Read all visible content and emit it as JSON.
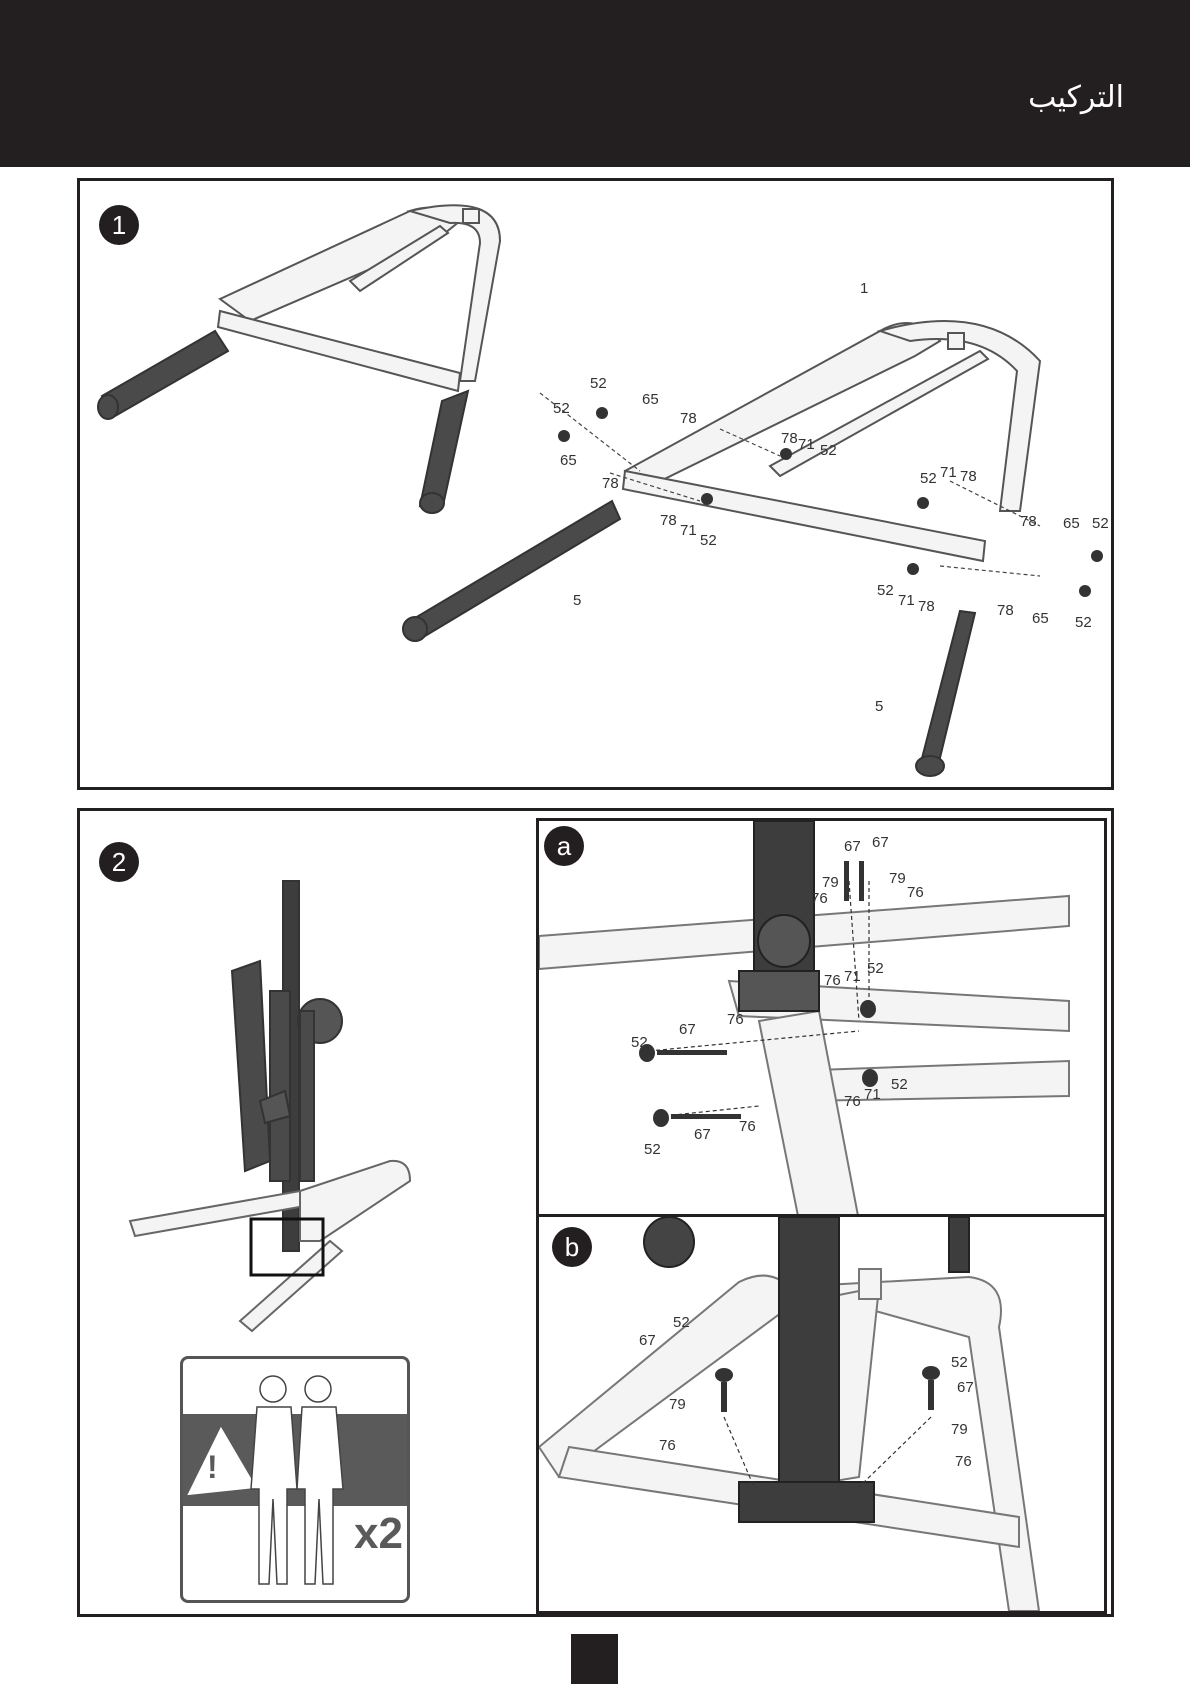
{
  "header": {
    "title": "التركيب"
  },
  "step1": {
    "badge": "1",
    "callouts": [
      "1",
      "52",
      "65",
      "78",
      "52",
      "65",
      "78",
      "78",
      "71",
      "52",
      "78",
      "71",
      "52",
      "52",
      "71",
      "78",
      "78",
      "65",
      "52",
      "52",
      "71",
      "78",
      "78",
      "65",
      "52",
      "5",
      "5"
    ]
  },
  "step2": {
    "badge": "2",
    "warning_multiplier": "x2",
    "warning_symbol": "!",
    "detail_a": {
      "badge": "a",
      "callouts": [
        "67",
        "67",
        "79",
        "79",
        "76",
        "76",
        "76",
        "71",
        "52",
        "67",
        "76",
        "52",
        "52",
        "76",
        "71",
        "52",
        "67",
        "76"
      ]
    },
    "detail_b": {
      "badge": "b",
      "callouts": [
        "52",
        "67",
        "79",
        "76",
        "52",
        "67",
        "79",
        "76"
      ]
    }
  },
  "colors": {
    "header_bg": "#231f20",
    "frame": "#231f20",
    "tube_dark": "#3a3a3a",
    "tube_light": "#f2f2f2"
  }
}
